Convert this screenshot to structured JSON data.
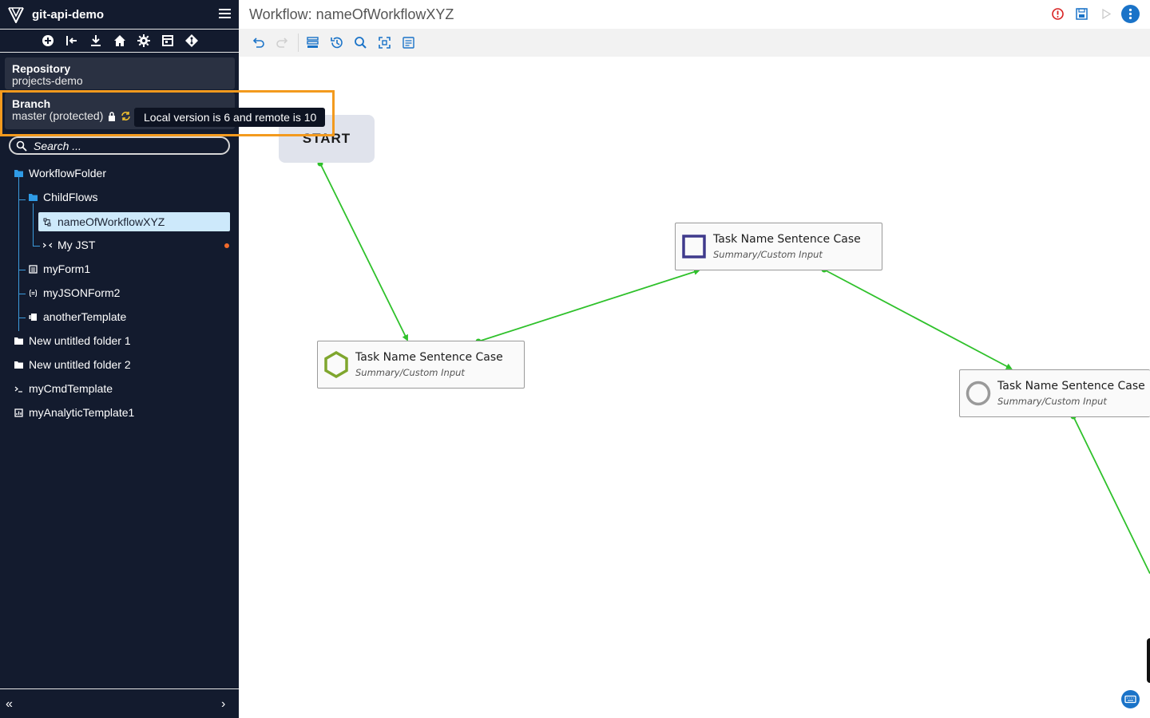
{
  "app": {
    "title": "git-api-demo"
  },
  "sidebar": {
    "toolbar_icons": [
      "add-icon",
      "logout-icon",
      "download-icon",
      "home-icon",
      "settings-icon",
      "calendar-icon",
      "git-icon"
    ],
    "repository": {
      "label": "Repository",
      "value": "projects-demo"
    },
    "branch": {
      "label": "Branch",
      "value": "master (protected)"
    },
    "tooltip": "Local version is 6 and remote is 10",
    "search": {
      "placeholder": "Search ..."
    },
    "tree": [
      {
        "label": "WorkflowFolder",
        "icon": "folder-icon"
      },
      {
        "label": "ChildFlows",
        "icon": "folder-icon"
      },
      {
        "label": "nameOfWorkflowXYZ",
        "icon": "workflow-icon",
        "selected": true
      },
      {
        "label": "My JST",
        "icon": "transform-icon",
        "unsaved": true
      },
      {
        "label": "myForm1",
        "icon": "form-icon"
      },
      {
        "label": "myJSONForm2",
        "icon": "json-form-icon"
      },
      {
        "label": "anotherTemplate",
        "icon": "template-icon"
      },
      {
        "label": "New untitled folder 1",
        "icon": "folder-icon"
      },
      {
        "label": "New untitled folder 2",
        "icon": "folder-icon"
      },
      {
        "label": "myCmdTemplate",
        "icon": "command-icon"
      },
      {
        "label": "myAnalyticTemplate1",
        "icon": "analytic-icon"
      }
    ],
    "footer": {
      "collapse": "«",
      "expand": "›"
    }
  },
  "main": {
    "title": "Workflow: nameOfWorkflowXYZ",
    "header_icons": [
      "error-icon",
      "save-icon",
      "play-icon",
      "more-icon"
    ],
    "toolbar_icons": [
      "undo-icon",
      "redo-icon",
      "list-icon",
      "history-icon",
      "search-icon",
      "fit-icon",
      "notes-icon"
    ],
    "canvas": {
      "start_label": "START",
      "tasks": [
        {
          "title": "Task Name Sentence Case",
          "subtitle": "Summary/Custom Input",
          "shape": "hexagon"
        },
        {
          "title": "Task Name Sentence Case",
          "subtitle": "Summary/Custom Input",
          "shape": "square"
        },
        {
          "title": "Task Name Sentence Case",
          "subtitle": "Summary/Custom Input",
          "shape": "circle"
        }
      ]
    }
  },
  "colors": {
    "sidebar_bg": "#131b2e",
    "highlight": "#f39a1e",
    "edge": "#2fc12b",
    "accent": "#1a73c8",
    "hexagon": "#7fa62e",
    "square": "#3f3a8c",
    "circle": "#9a9a9a",
    "unsaved_dot": "#f26a2a"
  }
}
